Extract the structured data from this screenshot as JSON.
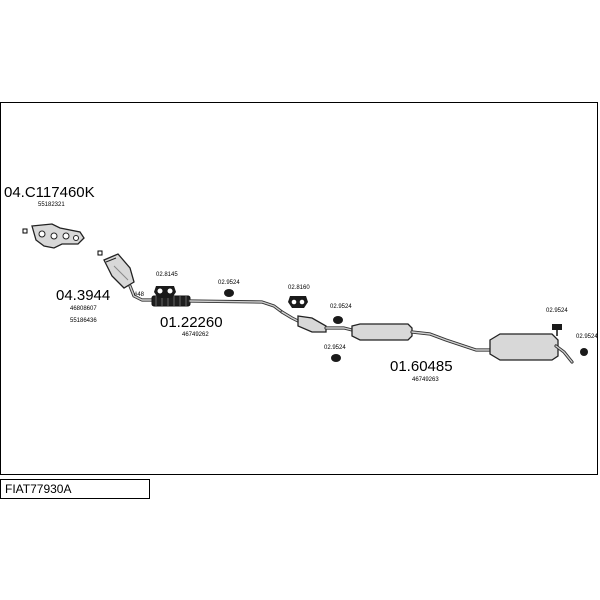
{
  "diagram": {
    "part_number_label": "FIAT77930A",
    "components": [
      {
        "id": "manifold",
        "code": "04.C117460K",
        "ref": "55182321"
      },
      {
        "id": "front-pipe",
        "code": "04.3944",
        "refs": [
          "46808607",
          "55186436"
        ],
        "note": "#48"
      },
      {
        "id": "middle-pipe",
        "code": "01.22260",
        "ref": "46749262"
      },
      {
        "id": "rear-silencer",
        "code": "01.60485",
        "ref": "46749263"
      }
    ],
    "fittings": {
      "clamp_1": "02.8145",
      "clamp_2": "02.8160",
      "rubber_1": "02.9524",
      "rubber_2": "02.9524",
      "rubber_3": "02.9524",
      "rubber_4": "02.9524",
      "rubber_5": "02.9524"
    }
  }
}
